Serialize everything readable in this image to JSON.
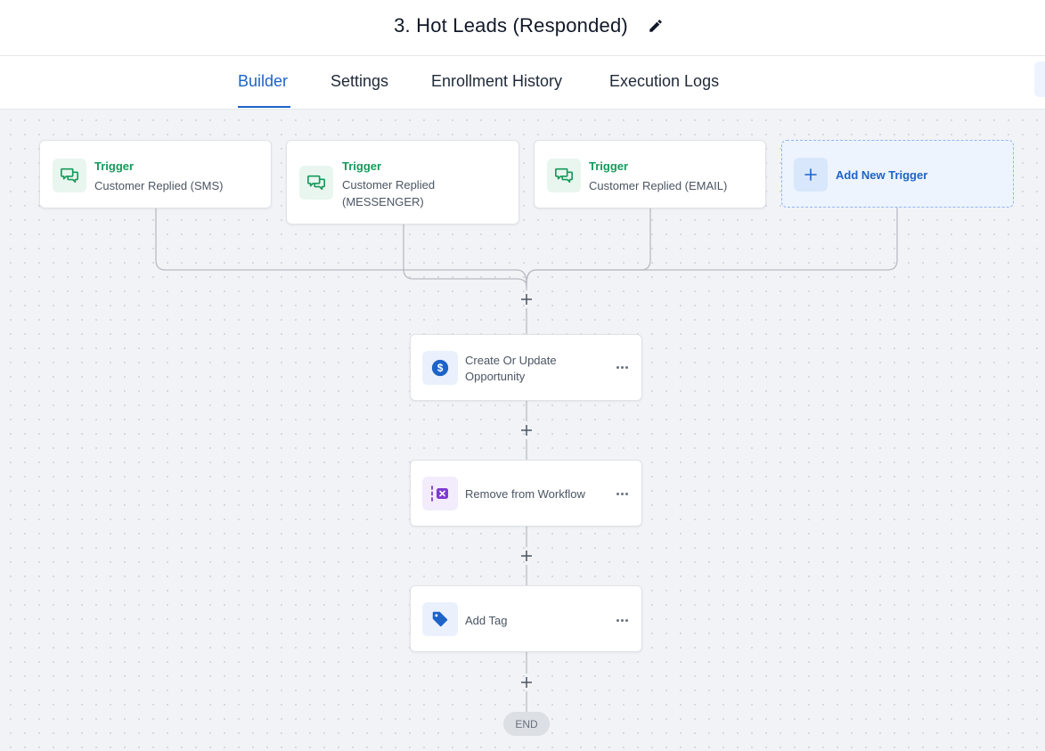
{
  "header": {
    "title": "3. Hot Leads (Responded)",
    "edit_icon": "pencil-icon"
  },
  "tabs": [
    {
      "label": "Builder",
      "active": true
    },
    {
      "label": "Settings",
      "active": false
    },
    {
      "label": "Enrollment History",
      "active": false
    },
    {
      "label": "Execution Logs",
      "active": false
    }
  ],
  "triggers": [
    {
      "heading": "Trigger",
      "description": "Customer Replied (SMS)",
      "icon": "chat-bubbles-icon"
    },
    {
      "heading": "Trigger",
      "description": "Customer Replied (MESSENGER)",
      "icon": "chat-bubbles-icon"
    },
    {
      "heading": "Trigger",
      "description": "Customer Replied (EMAIL)",
      "icon": "chat-bubbles-icon"
    }
  ],
  "add_trigger": {
    "label": "Add New Trigger",
    "icon": "plus-icon"
  },
  "actions": [
    {
      "label": "Create Or Update Opportunity",
      "icon": "dollar-circle-icon"
    },
    {
      "label": "Remove from Workflow",
      "icon": "remove-workflow-icon"
    },
    {
      "label": "Add Tag",
      "icon": "tag-icon"
    }
  ],
  "end_label": "END",
  "colors": {
    "primary": "#1d63c8",
    "trigger_green": "#159a5b",
    "canvas_bg": "#f2f3f6",
    "remove_purple": "#7e3bd0"
  }
}
